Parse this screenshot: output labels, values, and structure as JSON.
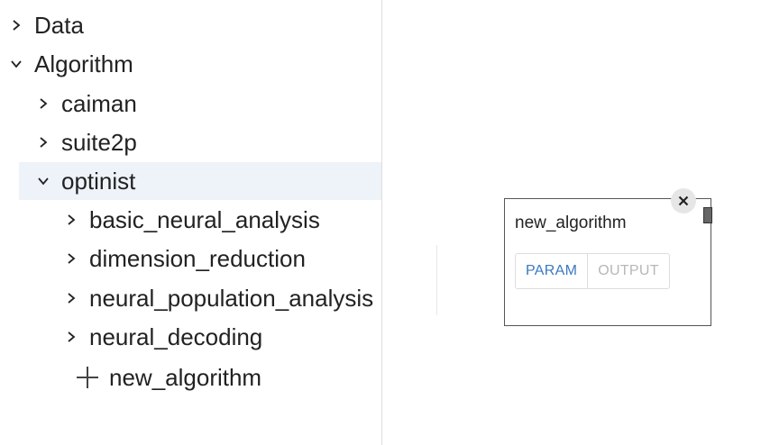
{
  "tree": {
    "data_label": "Data",
    "algorithm_label": "Algorithm",
    "caiman_label": "caiman",
    "suite2p_label": "suite2p",
    "optinist_label": "optinist",
    "basic_label": "basic_neural_analysis",
    "dimension_label": "dimension_reduction",
    "population_label": "neural_population_analysis",
    "decoding_label": "neural_decoding",
    "new_algorithm_label": "new_algorithm"
  },
  "node": {
    "title": "new_algorithm",
    "tab_param": "PARAM",
    "tab_output": "OUTPUT"
  },
  "colors": {
    "selected_row": "#eef3f9",
    "active_tab": "#3a78c2",
    "inactive_tab": "#b7b7b7"
  }
}
